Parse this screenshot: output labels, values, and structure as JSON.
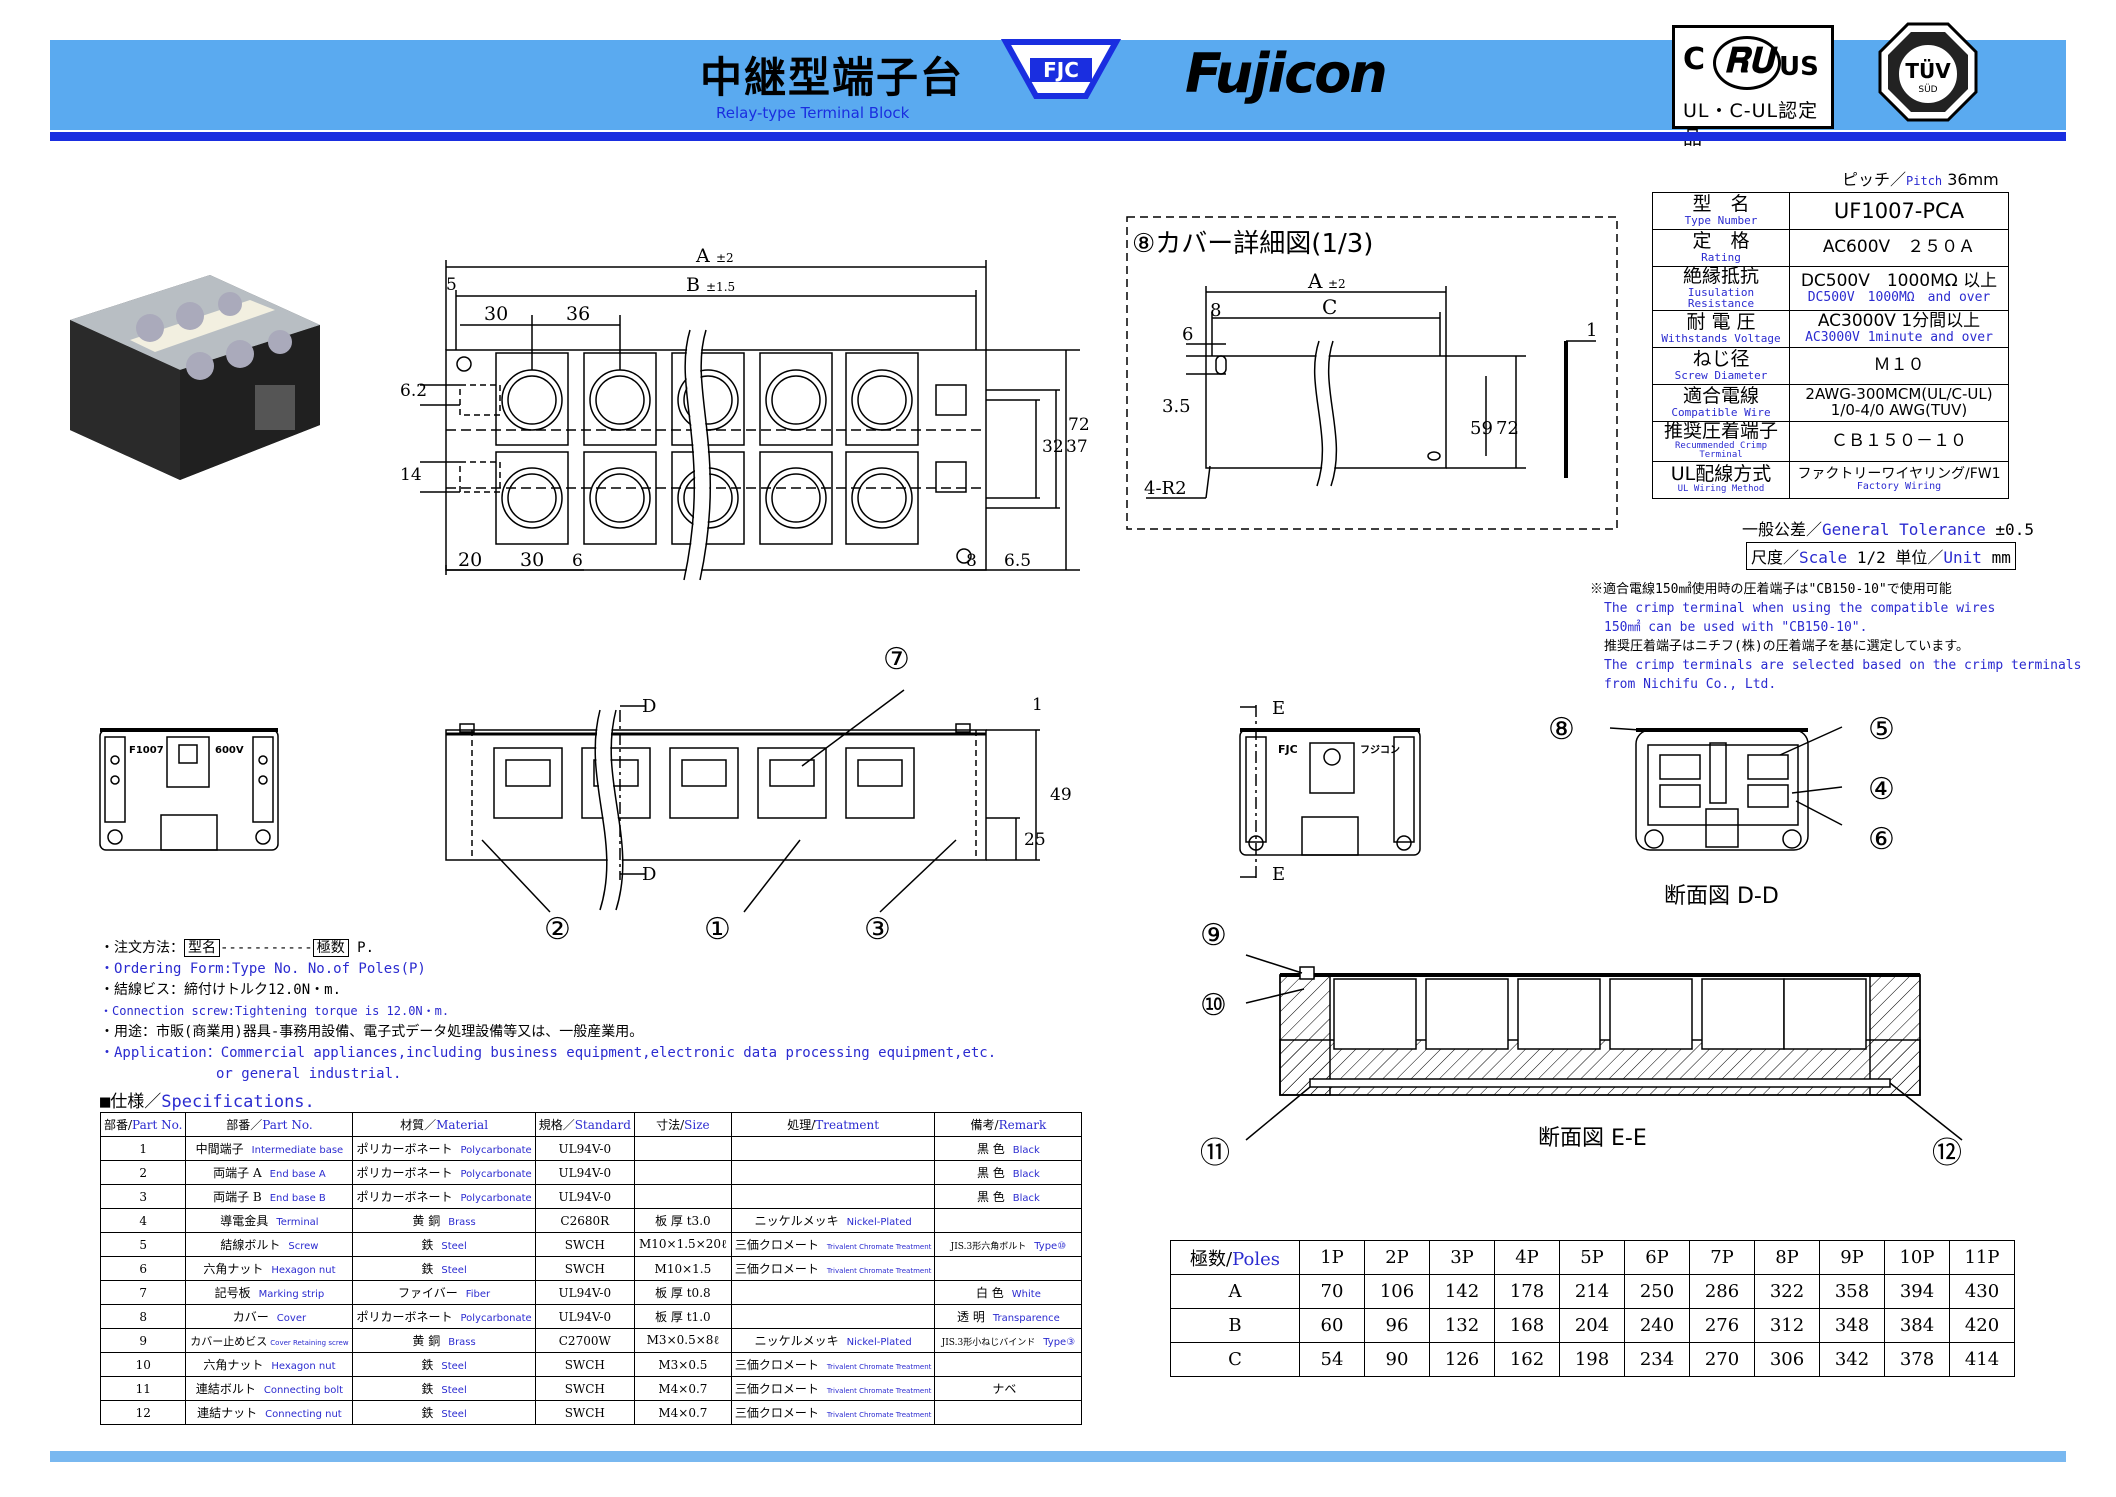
{
  "header": {
    "title_jp": "中継型端子台",
    "title_en": "Relay-type Terminal Block",
    "fjc_logo": "FJC",
    "brand_logo": "Fujicon",
    "ul_mark_text": "UL・C-UL認定品",
    "ul_mark_c": "C",
    "ul_mark_us": "US",
    "tuv_mark_text": "TÜV",
    "tuv_mark_sub": "SÜD"
  },
  "pitch": {
    "label_jp": "ピッチ／",
    "label_en": "Pitch",
    "value": "36mm"
  },
  "spec_table": [
    {
      "label_jp": "型　名",
      "label_en": "Type Number",
      "value": "UF1007-PCA",
      "value_en": ""
    },
    {
      "label_jp": "定　格",
      "label_en": "Rating",
      "value": "AC600V　２５０Ａ",
      "value_en": ""
    },
    {
      "label_jp": "絶縁抵抗",
      "label_en": "Iusulation Resistance",
      "value": "DC500V　1000MΩ 以上",
      "value_en": "DC500V　1000MΩ　and over"
    },
    {
      "label_jp": "耐 電 圧",
      "label_en": "Withstands Voltage",
      "value": "AC3000V 1分間以上",
      "value_en": "AC3000V 1minute and over"
    },
    {
      "label_jp": "ねじ径",
      "label_en": "Screw Diameter",
      "value": "Ｍ１０",
      "value_en": ""
    },
    {
      "label_jp": "適合電線",
      "label_en": "Compatible Wire",
      "value": "2AWG-300MCM(UL/C-UL)",
      "value_en": "1/0-4/0 AWG(TUV)"
    },
    {
      "label_jp": "推奨圧着端子",
      "label_en": "Recummended Crimp Terminal",
      "value": "ＣＢ１５０－１０",
      "value_en": ""
    },
    {
      "label_jp": "UL配線方式",
      "label_en": "UL Wiring Method",
      "value": "ファクトリーワイヤリング/FW1",
      "value_en": "Factory Wiring"
    }
  ],
  "tolerance": {
    "label_jp": "一般公差／",
    "label_en": "General Tolerance",
    "value": "±0.5"
  },
  "scale": {
    "label_jp": "尺度／",
    "label_en": "Scale",
    "value": "1/2",
    "unit_jp": "単位／",
    "unit_en": "Unit",
    "unit": "mm"
  },
  "notes_right": [
    "※適合電線150㎟使用時の圧着端子は\"CB150-10\"で使用可能",
    "The crimp terminal when using the compatible wires",
    "150㎟ can be used with \"CB150-10\".",
    "推奨圧着端子はニチフ(株)の圧着端子を基に選定しています。",
    "The crimp terminals are selected based on the crimp terminals",
    "from Nichifu Co., Ltd."
  ],
  "cover_detail": {
    "title": "⑧カバー詳細図(1/3)",
    "dims": {
      "a": "A",
      "a_tol": "±2",
      "c": "C",
      "d6": "6",
      "d8": "8",
      "d35": "3.5",
      "d59": "59",
      "d72": "72",
      "d1": "1",
      "r": "4-R2"
    }
  },
  "top_view_dims": {
    "a": "A",
    "a_tol": "±2",
    "b": "B",
    "b_tol": "±1.5",
    "d5": "5",
    "d30": "30",
    "d36": "36",
    "d62": "6.2",
    "d14": "14",
    "d32": "32",
    "d37": "37",
    "d72": "72",
    "d20": "20",
    "d30b": "30",
    "d6": "6",
    "d8": "8",
    "d65": "6.5"
  },
  "front_view_dims": {
    "d1": "1",
    "d49": "49",
    "d25": "25",
    "d_top": "D",
    "d_bot": "D"
  },
  "side_view": {
    "marking_left": "F1007",
    "marking_right": "600V"
  },
  "side_view_e": {
    "label_top": "E",
    "label_bot": "E",
    "marking_left": "FJC",
    "marking_right": "フジコン"
  },
  "callouts": {
    "c1": "①",
    "c2": "②",
    "c3": "③",
    "c4": "④",
    "c5": "⑤",
    "c6": "⑥",
    "c7": "⑦",
    "c8": "⑧",
    "c9": "⑨",
    "c10": "⑩",
    "c11": "⑪",
    "c12": "⑫"
  },
  "section_dd": "断面図 D-D",
  "section_ee": "断面図 E-E",
  "notes_left": {
    "order_jp_prefix": "・注文方法：",
    "order_box1": "型名",
    "order_dashes": "-----------",
    "order_box2": "極数",
    "order_suffix": "P.",
    "order_en": "・Ordering Form:Type No.  No.of Poles(P)",
    "screw_jp": "・結線ビス：締付けトルク12.0N・m.",
    "screw_en": "・Connection screw:Tightening torque is 12.0N・m.",
    "use_jp": "・用途：市販(商業用)器具-事務用設備、電子式データ処理設備等又は、一般産業用。",
    "use_en1": "・Application：Commercial appliances,including business equipment,electronic data processing equipment,etc.",
    "use_en2": "or general industrial."
  },
  "parts_title_jp": "■仕様／",
  "parts_title_en": "Specifications.",
  "parts_header": [
    {
      "jp": "部番/",
      "en": "Part No."
    },
    {
      "jp": "部番／",
      "en": "Part No."
    },
    {
      "jp": "材質／",
      "en": "Material"
    },
    {
      "jp": "規格／",
      "en": "Standard"
    },
    {
      "jp": "寸法/",
      "en": "Size"
    },
    {
      "jp": "処理/",
      "en": "Treatment"
    },
    {
      "jp": "備考/",
      "en": "Remark"
    }
  ],
  "parts_rows": [
    {
      "no": "1",
      "name": "中間端子",
      "name_en": "Intermediate base",
      "mat": "ポリカーボネート",
      "mat_en": "Polycarbonate",
      "std": "UL94V-0",
      "size": "",
      "treat": "",
      "treat_en": "",
      "rem": "黒 色",
      "rem_en": "Black"
    },
    {
      "no": "2",
      "name": "両端子 A",
      "name_en": "End base A",
      "mat": "ポリカーボネート",
      "mat_en": "Polycarbonate",
      "std": "UL94V-0",
      "size": "",
      "treat": "",
      "treat_en": "",
      "rem": "黒 色",
      "rem_en": "Black"
    },
    {
      "no": "3",
      "name": "両端子 B",
      "name_en": "End base B",
      "mat": "ポリカーボネート",
      "mat_en": "Polycarbonate",
      "std": "UL94V-0",
      "size": "",
      "treat": "",
      "treat_en": "",
      "rem": "黒 色",
      "rem_en": "Black"
    },
    {
      "no": "4",
      "name": "導電金具",
      "name_en": "Terminal",
      "mat": "黄 銅",
      "mat_en": "Brass",
      "std": "C2680R",
      "size": "板 厚 t3.0",
      "treat": "ニッケルメッキ",
      "treat_en": "Nickel-Plated",
      "rem": "",
      "rem_en": ""
    },
    {
      "no": "5",
      "name": "結線ボルト",
      "name_en": "Screw",
      "mat": "鉄",
      "mat_en": "Steel",
      "std": "SWCH",
      "size": "M10×1.5×20ℓ",
      "treat": "三価クロメート",
      "treat_en": "Trivalent Chromate Treatment",
      "rem": "JIS.3形六角ボルト",
      "rem_en": "Type⑩"
    },
    {
      "no": "6",
      "name": "六角ナット",
      "name_en": "Hexagon nut",
      "mat": "鉄",
      "mat_en": "Steel",
      "std": "SWCH",
      "size": "M10×1.5",
      "treat": "三価クロメート",
      "treat_en": "Trivalent Chromate Treatment",
      "rem": "",
      "rem_en": ""
    },
    {
      "no": "7",
      "name": "記号板",
      "name_en": "Marking strip",
      "mat": "ファイバー",
      "mat_en": "Fiber",
      "std": "UL94V-0",
      "size": "板 厚 t0.8",
      "treat": "",
      "treat_en": "",
      "rem": "白 色",
      "rem_en": "White"
    },
    {
      "no": "8",
      "name": "カバー",
      "name_en": "Cover",
      "mat": "ポリカーボネート",
      "mat_en": "Polycarbonate",
      "std": "UL94V-0",
      "size": "板 厚 t1.0",
      "treat": "",
      "treat_en": "",
      "rem": "透 明",
      "rem_en": "Transparence"
    },
    {
      "no": "9",
      "name": "カバー止めビス",
      "name_en": "Cover Retaining screw",
      "mat": "黄 銅",
      "mat_en": "Brass",
      "std": "C2700W",
      "size": "M3×0.5×8ℓ",
      "treat": "ニッケルメッキ",
      "treat_en": "Nickel-Plated",
      "rem": "JIS.3形小ねじバインド",
      "rem_en": "Type③"
    },
    {
      "no": "10",
      "name": "六角ナット",
      "name_en": "Hexagon nut",
      "mat": "鉄",
      "mat_en": "Steel",
      "std": "SWCH",
      "size": "M3×0.5",
      "treat": "三価クロメート",
      "treat_en": "Trivalent Chromate Treatment",
      "rem": "",
      "rem_en": ""
    },
    {
      "no": "11",
      "name": "連結ボルト",
      "name_en": "Connecting bolt",
      "mat": "鉄",
      "mat_en": "Steel",
      "std": "SWCH",
      "size": "M4×0.7",
      "treat": "三価クロメート",
      "treat_en": "Trivalent Chromate Treatment",
      "rem": "ナベ",
      "rem_en": ""
    },
    {
      "no": "12",
      "name": "連結ナット",
      "name_en": "Connecting nut",
      "mat": "鉄",
      "mat_en": "Steel",
      "std": "SWCH",
      "size": "M4×0.7",
      "treat": "三価クロメート",
      "treat_en": "Trivalent Chromate Treatment",
      "rem": "",
      "rem_en": ""
    }
  ],
  "poles_table": {
    "header_jp": "極数/",
    "header_en": "Poles",
    "columns": [
      "1P",
      "2P",
      "3P",
      "4P",
      "5P",
      "6P",
      "7P",
      "8P",
      "9P",
      "10P",
      "11P"
    ],
    "rows": [
      {
        "label": "A",
        "values": [
          "70",
          "106",
          "142",
          "178",
          "214",
          "250",
          "286",
          "322",
          "358",
          "394",
          "430"
        ]
      },
      {
        "label": "B",
        "values": [
          "60",
          "96",
          "132",
          "168",
          "204",
          "240",
          "276",
          "312",
          "348",
          "384",
          "420"
        ]
      },
      {
        "label": "C",
        "values": [
          "54",
          "90",
          "126",
          "162",
          "198",
          "234",
          "270",
          "306",
          "342",
          "378",
          "414"
        ]
      }
    ]
  }
}
